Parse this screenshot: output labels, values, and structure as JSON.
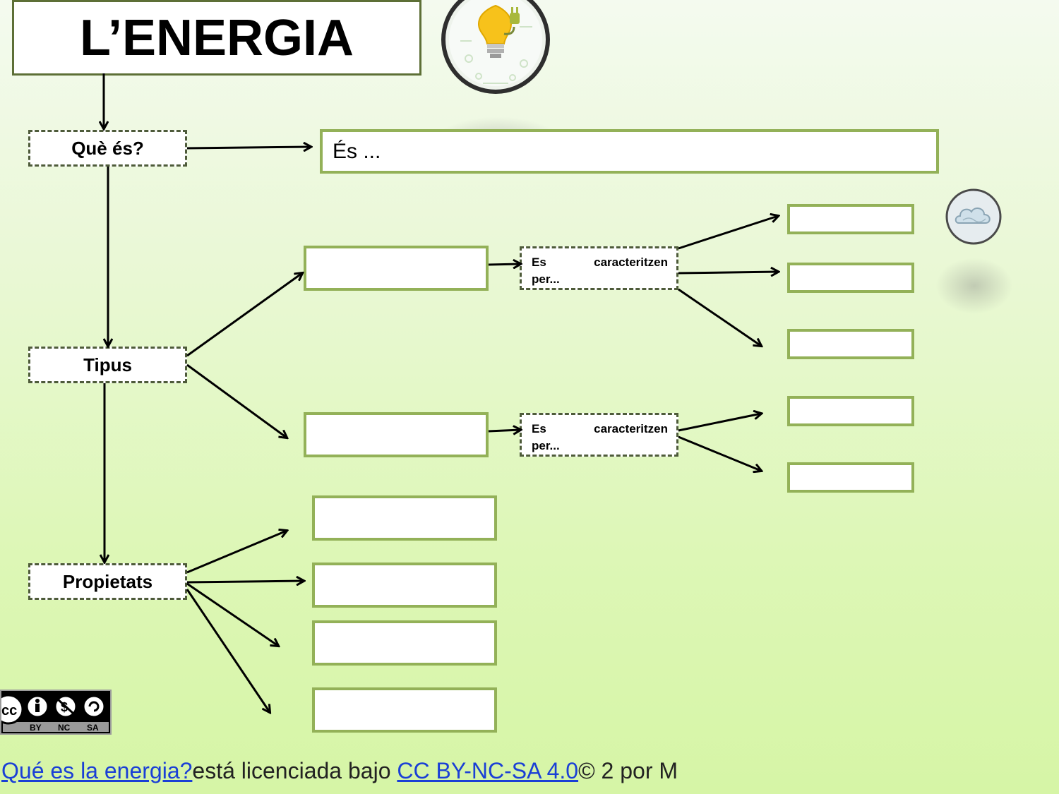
{
  "title": "L’ENERGIA",
  "nodes": {
    "que_es": "Què és?",
    "tipus": "Tipus",
    "propietats": "Propietats"
  },
  "definition_placeholder": "És ...",
  "characterize": {
    "word1": "Es",
    "word2": "caracteritzen",
    "word3": "per..."
  },
  "icons": {
    "bulb": "lightbulb-plug-icon",
    "cloud": "cloud-icon",
    "license": "cc-by-nc-sa-icon"
  },
  "license_badge": {
    "by": "BY",
    "nc": "NC",
    "sa": "SA"
  },
  "footer": {
    "link1": "Qué es la energia?",
    "text1": "está licenciada bajo ",
    "link2": "CC BY-NC-SA 4.0",
    "text2": "© 2 por M"
  },
  "colors": {
    "box_border": "#93b158",
    "dash_border": "#4e5b3a",
    "link": "#1a3fd6"
  }
}
